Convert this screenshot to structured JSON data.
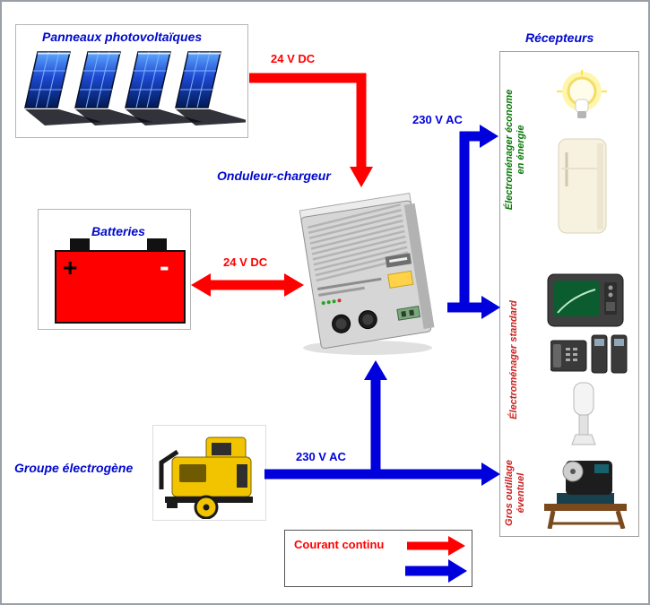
{
  "panels": {
    "title": "Panneaux photovoltaïques"
  },
  "inverter": {
    "title": "Onduleur-chargeur"
  },
  "batteries": {
    "title": "Batteries",
    "plus": "+",
    "minus": "-"
  },
  "generator": {
    "title": "Groupe électrogène"
  },
  "receivers": {
    "title": "Récepteurs",
    "groups": [
      {
        "label": "Électroménager économe en énergie",
        "color": "#0a7a0a"
      },
      {
        "label": "Électroménager standard",
        "color": "#cc2222"
      },
      {
        "label": "Gros outillage éventuel",
        "color": "#cc2222"
      }
    ]
  },
  "arrows": {
    "dc_panels_label": "24 V DC",
    "dc_battery_label": "24 V DC",
    "ac_inverter_label": "230 V AC",
    "ac_generator_label": "230 V AC"
  },
  "legend": {
    "dc_label": "Courant continu",
    "ac_label": ""
  },
  "colors": {
    "dc_red": "#ff0000",
    "ac_blue": "#0000dd",
    "title_blue": "#0009cc"
  }
}
